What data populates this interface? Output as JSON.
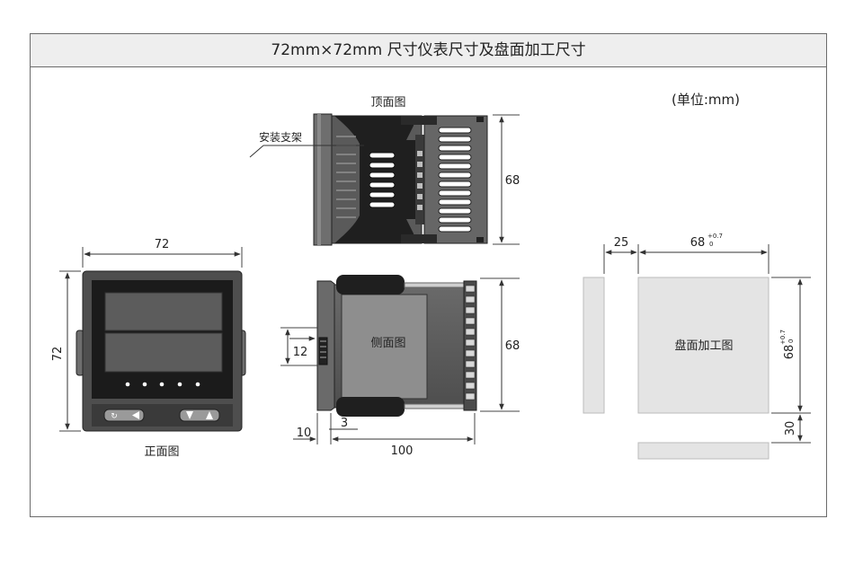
{
  "title": "72mm×72mm 尺寸仪表尺寸及盘面加工尺寸",
  "unit_note": "(单位:mm)",
  "views": {
    "top": "顶面图",
    "front": "正面图",
    "side": "侧面图",
    "panel": "盘面加工图"
  },
  "callouts": {
    "bracket": "安装支架"
  },
  "dims": {
    "front_width": "72",
    "front_height": "72",
    "top_height": "68",
    "side_height": "68",
    "side_step": "12",
    "side_bezel": "10",
    "side_gap": "3",
    "side_depth": "100",
    "panel_spacing": "25",
    "panel_cutout_w": "68",
    "panel_cutout_h": "68",
    "panel_tol_upper": "+0.7",
    "panel_tol_lower": "0",
    "panel_spacing_v": "30"
  },
  "colors": {
    "frame": "#6b6b6b",
    "title_bg": "#eeeeee",
    "device_dark": "#1f1f1f",
    "device_mid": "#5a5a5a",
    "device_light": "#8e8e8e",
    "panel_fill": "#e4e4e4"
  }
}
